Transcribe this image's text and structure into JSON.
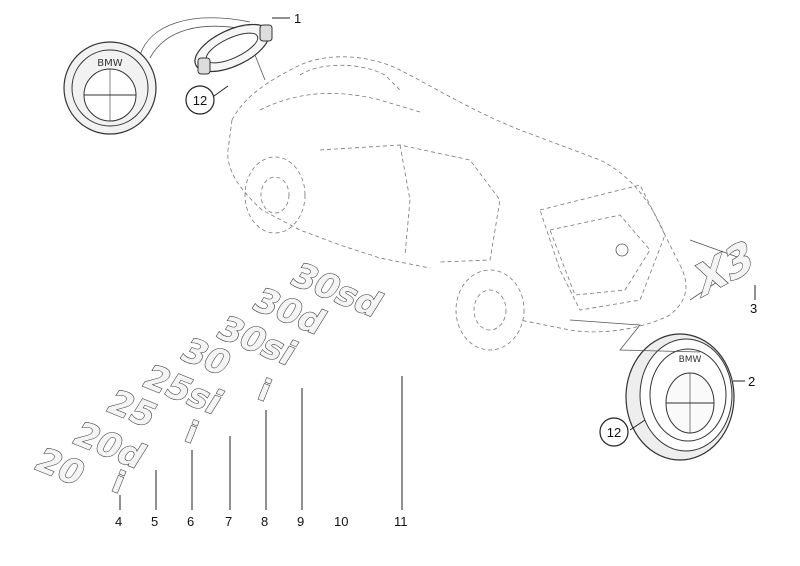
{
  "callouts": {
    "c1": "1",
    "c2": "2",
    "c3": "3",
    "c4": "4",
    "c5": "5",
    "c6": "6",
    "c7": "7",
    "c8": "8",
    "c9": "9",
    "c10": "10",
    "c11": "11",
    "c12a": "12",
    "c12b": "12"
  },
  "emblem_logo_text": "BMW",
  "badges": {
    "b4": "20",
    "b4s": "i",
    "b5": "20d",
    "b6": "25",
    "b6s": "i",
    "b7": "25si",
    "b8": "30",
    "b8s": "i",
    "b9": "30si",
    "b10": "30d",
    "b11": "30sd",
    "bx3": "X3"
  },
  "colors": {
    "line": "#222222",
    "badge_fill": "#f4f4f4",
    "emblem_ring": "#dddddd"
  }
}
